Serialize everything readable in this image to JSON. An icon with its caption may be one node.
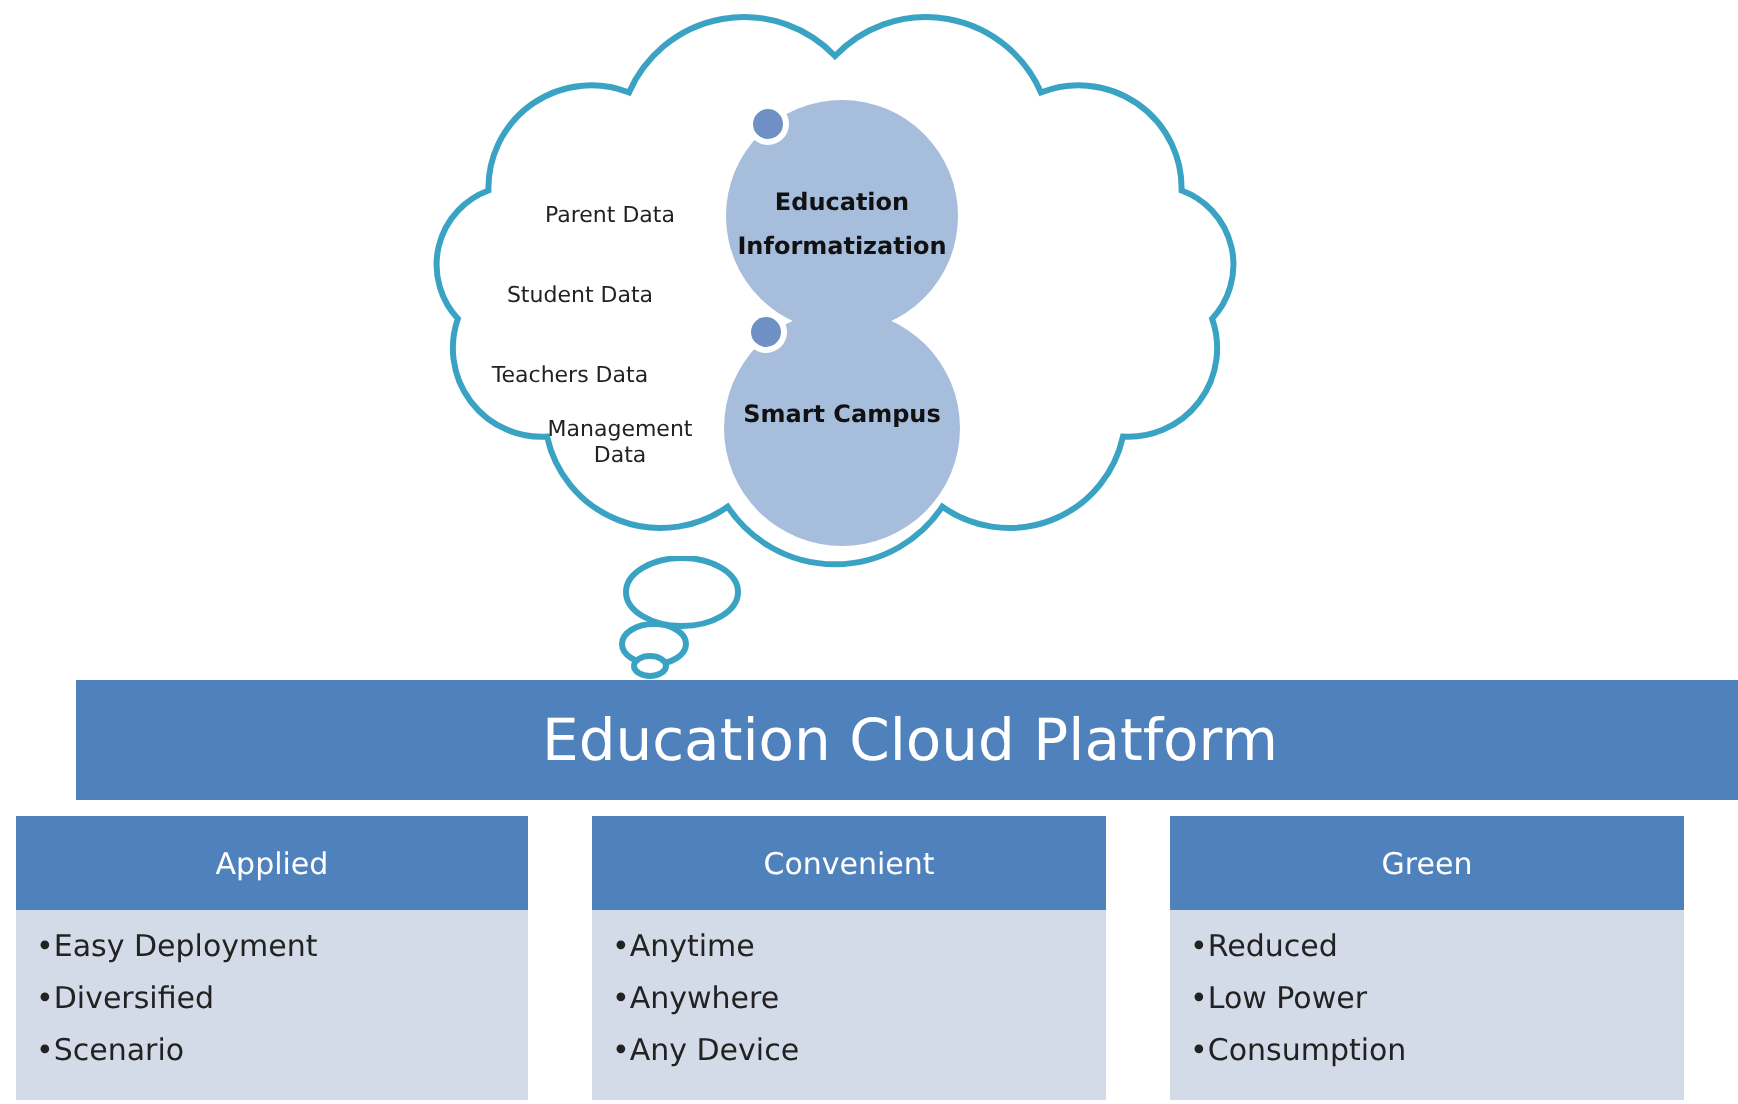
{
  "diagram": {
    "nodes": [
      {
        "text": [
          "Parent Data",
          "Student Data",
          "Teachers Data",
          "Management Data"
        ]
      },
      {
        "text": [
          "Education Informatization"
        ],
        "in": 0
      },
      {
        "text": [
          "Smart Campus"
        ],
        "in": 0
      },
      {
        "text": [
          "Education Cloud Platform"
        ]
      },
      {
        "text": [
          "Applied",
          "•Easy Deployment",
          "•Diversified",
          "•Scenario"
        ]
      },
      {
        "text": [
          "Convenient",
          "•Anytime",
          "•Anywhere",
          "•Any Device"
        ]
      },
      {
        "text": [
          "Green",
          "•Reduced",
          "•Low Power",
          "•Consumption"
        ]
      }
    ],
    "edges": []
  }
}
